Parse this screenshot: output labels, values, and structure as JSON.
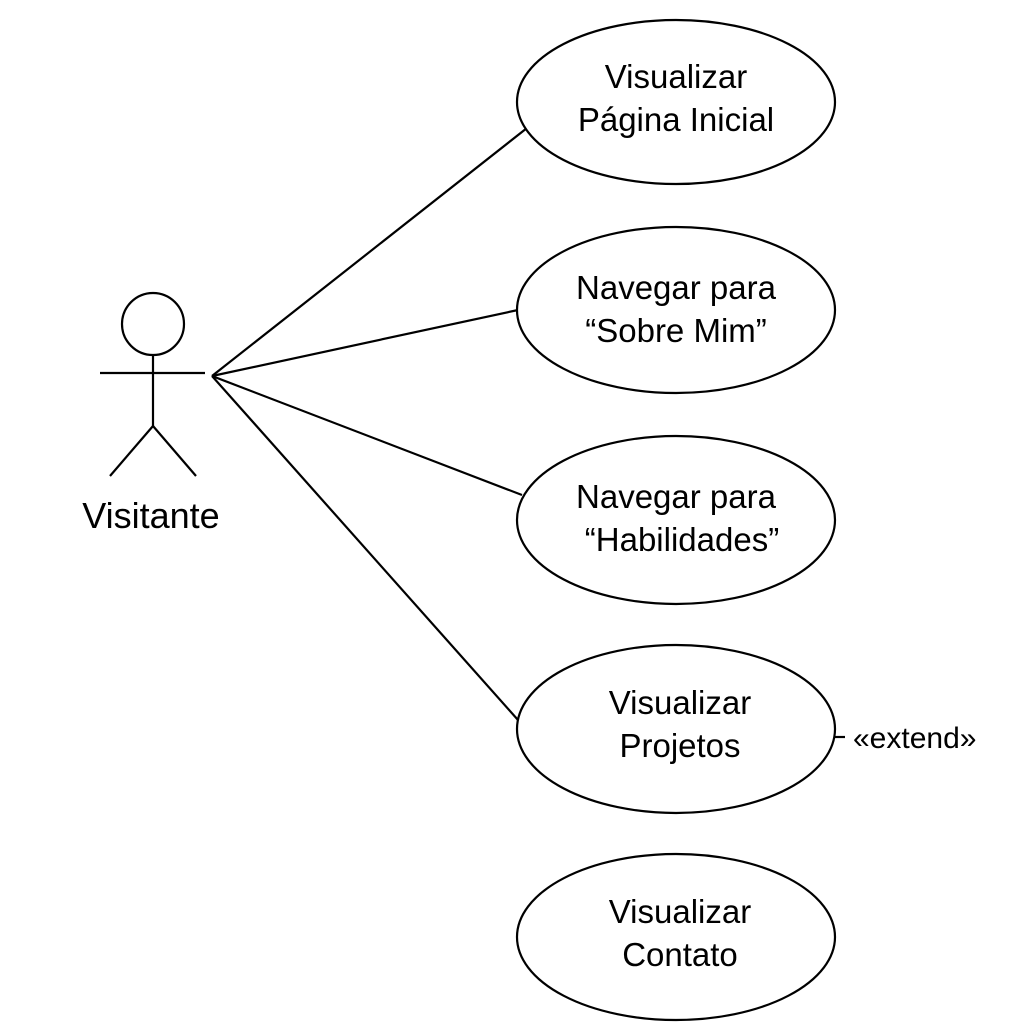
{
  "actor": {
    "name": "Visitante",
    "icon": "stick-figure-icon"
  },
  "use_cases": [
    {
      "line1": "Visualizar",
      "line2": "Página Inicial"
    },
    {
      "line1": "Navegar para",
      "line2": "“Sobre Mim”"
    },
    {
      "line1": "Navegar para",
      "line2": "“Habilidades”"
    },
    {
      "line1": "Visualizar",
      "line2": "Projetos"
    },
    {
      "line1": "Visualizar",
      "line2": "Contato"
    }
  ],
  "relations": {
    "extend_label": "«extend»"
  },
  "colors": {
    "background": "#ffffff",
    "stroke": "#000000"
  }
}
